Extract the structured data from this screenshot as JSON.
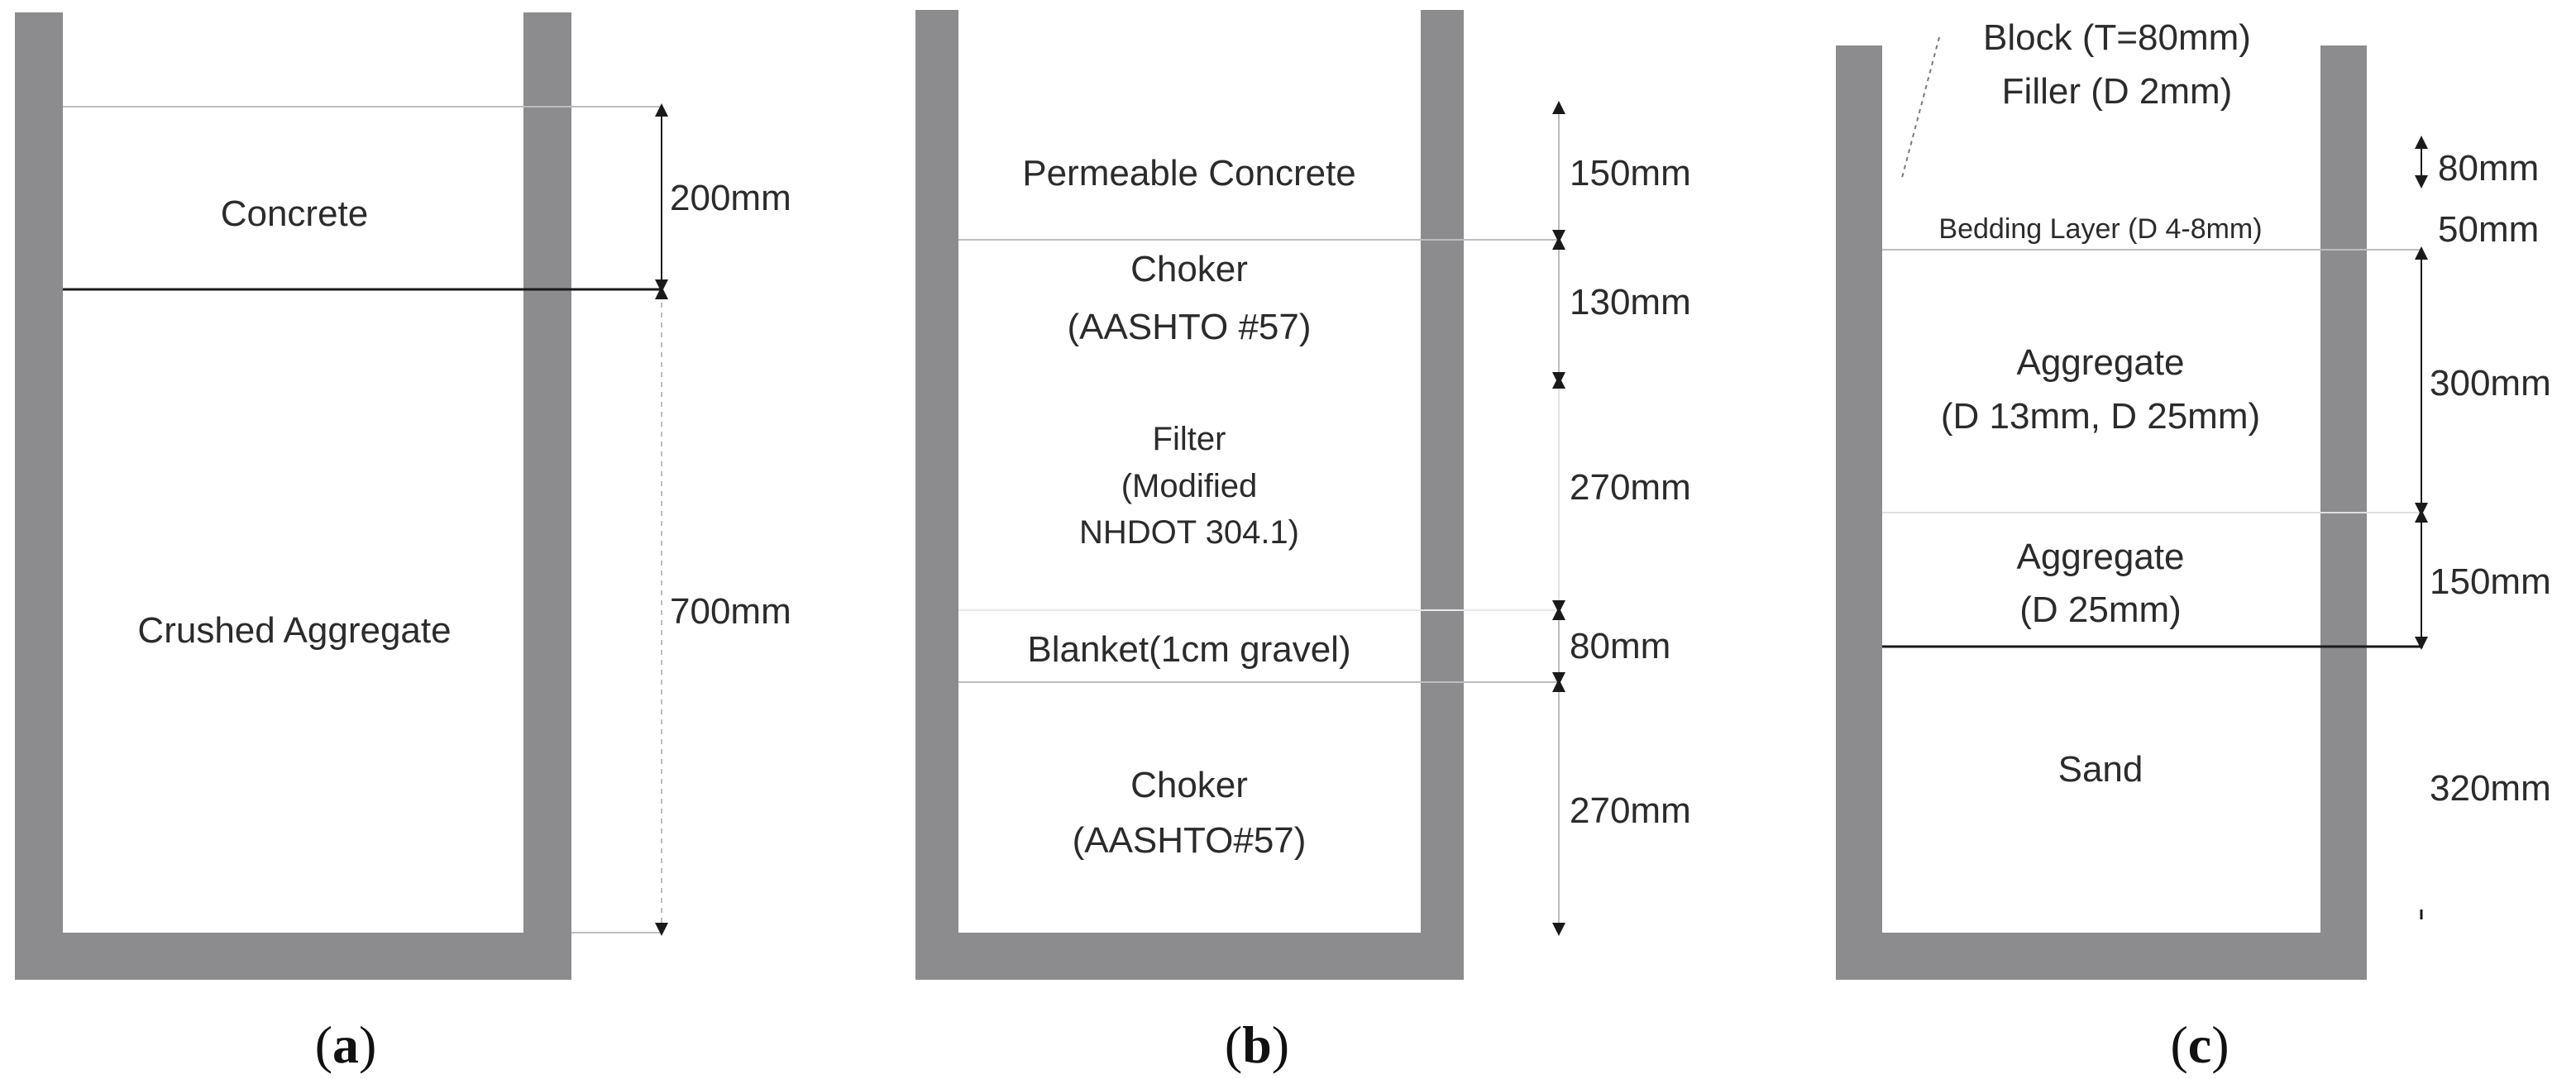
{
  "colors": {
    "wall": "#8c8c8e",
    "line": "#1a1a1a",
    "thin_line": "#bdbdbd",
    "text": "#2b2b2b"
  },
  "a": {
    "caption_open": "(",
    "caption_letter": "a",
    "caption_close": ")",
    "layers": {
      "concrete": "Concrete",
      "crushed_aggregate": "Crushed Aggregate"
    },
    "dims": {
      "d1": "200mm",
      "d2": "700mm"
    }
  },
  "b": {
    "caption_open": "(",
    "caption_letter": "b",
    "caption_close": ")",
    "layers": {
      "permeable_concrete": "Permeable Concrete",
      "choker1_line1": "Choker",
      "choker1_line2": "(AASHTO #57)",
      "filter_line1": "Filter",
      "filter_line2": "(Modified",
      "filter_line3": "NHDOT 304.1)",
      "blanket": "Blanket(1cm gravel)",
      "choker2_line1": "Choker",
      "choker2_line2": "(AASHTO#57)"
    },
    "dims": {
      "d1": "150mm",
      "d2": "130mm",
      "d3": "270mm",
      "d4": "80mm",
      "d5": "270mm"
    }
  },
  "c": {
    "caption_open": "(",
    "caption_letter": "c",
    "caption_close": ")",
    "layers": {
      "block": "Block (T=80mm)",
      "filler": "Filler (D 2mm)",
      "bedding": "Bedding Layer (D 4-8mm)",
      "agg1_line1": "Aggregate",
      "agg1_line2": "(D 13mm, D 25mm)",
      "agg2_line1": "Aggregate",
      "agg2_line2": "(D 25mm)",
      "sand": "Sand"
    },
    "dims": {
      "d1": "80mm",
      "d2": "50mm",
      "d3": "300mm",
      "d4": "150mm",
      "d5": "320mm"
    }
  }
}
